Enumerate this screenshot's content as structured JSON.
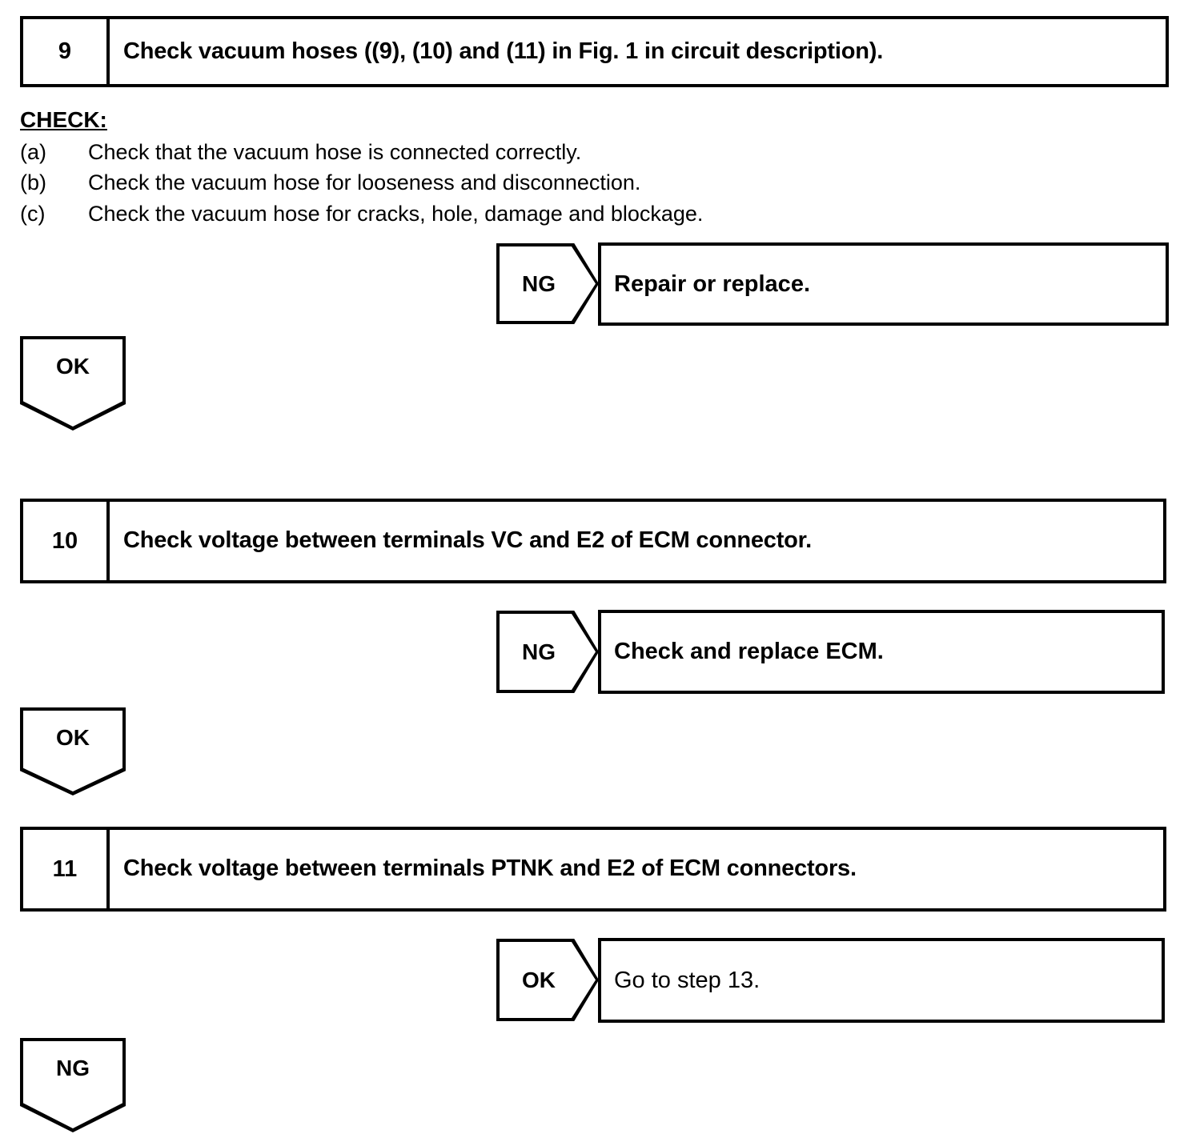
{
  "document": {
    "type": "diagnostic-flowchart"
  },
  "steps": [
    {
      "number": "9",
      "title": "Check vacuum hoses ((9), (10) and (11) in Fig. 1 in circuit description)."
    },
    {
      "number": "10",
      "title": "Check voltage between terminals VC and E2 of ECM connector."
    },
    {
      "number": "11",
      "title": "Check voltage between terminals PTNK and E2 of ECM connectors."
    }
  ],
  "check": {
    "heading": "CHECK:",
    "items": [
      {
        "marker": "(a)",
        "text": "Check that the vacuum hose is connected correctly."
      },
      {
        "marker": "(b)",
        "text": "Check the vacuum hose for looseness and disconnection."
      },
      {
        "marker": "(c)",
        "text": "Check the vacuum hose for cracks, hole, damage and blockage."
      }
    ]
  },
  "branches": [
    {
      "judgement": "NG",
      "result": "Repair or replace."
    },
    {
      "judgement": "NG",
      "result": "Check and replace ECM."
    },
    {
      "judgement": "OK",
      "result": "Go to step 13."
    }
  ],
  "continue_markers": [
    {
      "label": "OK"
    },
    {
      "label": "OK"
    },
    {
      "label": "NG"
    }
  ],
  "colors": {
    "ink": "#000000",
    "paper": "#ffffff"
  }
}
